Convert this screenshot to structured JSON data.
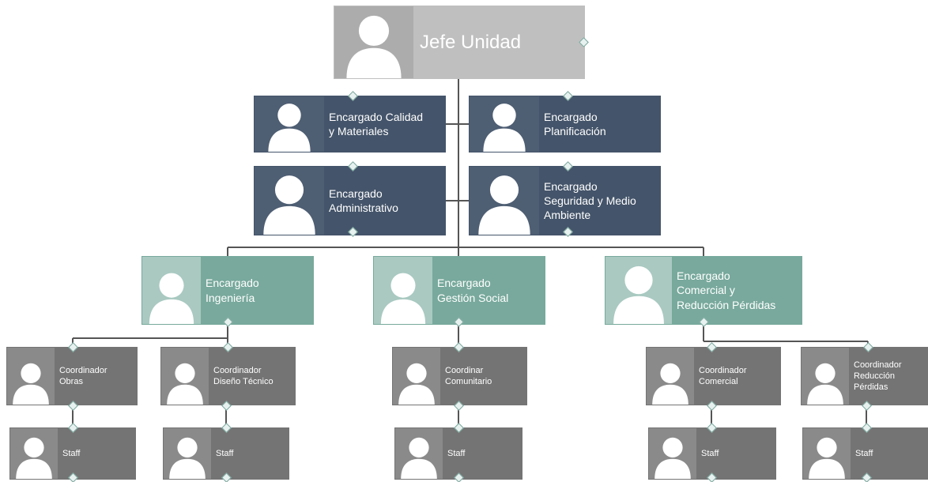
{
  "colors": {
    "root_bg": "#bfbfbf",
    "root_photo": "#acacac",
    "staff_bg": "#44546a",
    "staff_photo": "#4e5e73",
    "dept_bg": "#78a99c",
    "dept_photo": "#a9c9c1",
    "coord_bg": "#747474",
    "coord_photo": "#8a8a8a",
    "connector": "#555555",
    "avatar_fill": "#ffffff"
  },
  "icons": {
    "avatar": "person-silhouette-icon",
    "connector": "collapse-diamond-icon"
  },
  "root": {
    "label": "Jefe Unidad"
  },
  "assistants": [
    {
      "label": "Encargado Calidad\ny Materiales"
    },
    {
      "label": "Encargado\nPlanificación"
    },
    {
      "label": "Encargado\nAdministrativo"
    },
    {
      "label": "Encargado\nSeguridad y Medio\nAmbiente"
    }
  ],
  "departments": [
    {
      "label": "Encargado\nIngeniería"
    },
    {
      "label": "Encargado\nGestión Social"
    },
    {
      "label": "Encargado\nComercial y\nReducción Pérdidas"
    }
  ],
  "coordinators": [
    {
      "label": "Coordinador\nObras"
    },
    {
      "label": "Coordinador\nDiseño Técnico"
    },
    {
      "label": "Coordinar\nComunitario"
    },
    {
      "label": "Coordinador\nComercial"
    },
    {
      "label": "Coordinador\nReducción\nPérdidas"
    }
  ],
  "staff": [
    {
      "label": "Staff"
    },
    {
      "label": "Staff"
    },
    {
      "label": "Staff"
    },
    {
      "label": "Staff"
    },
    {
      "label": "Staff"
    }
  ]
}
